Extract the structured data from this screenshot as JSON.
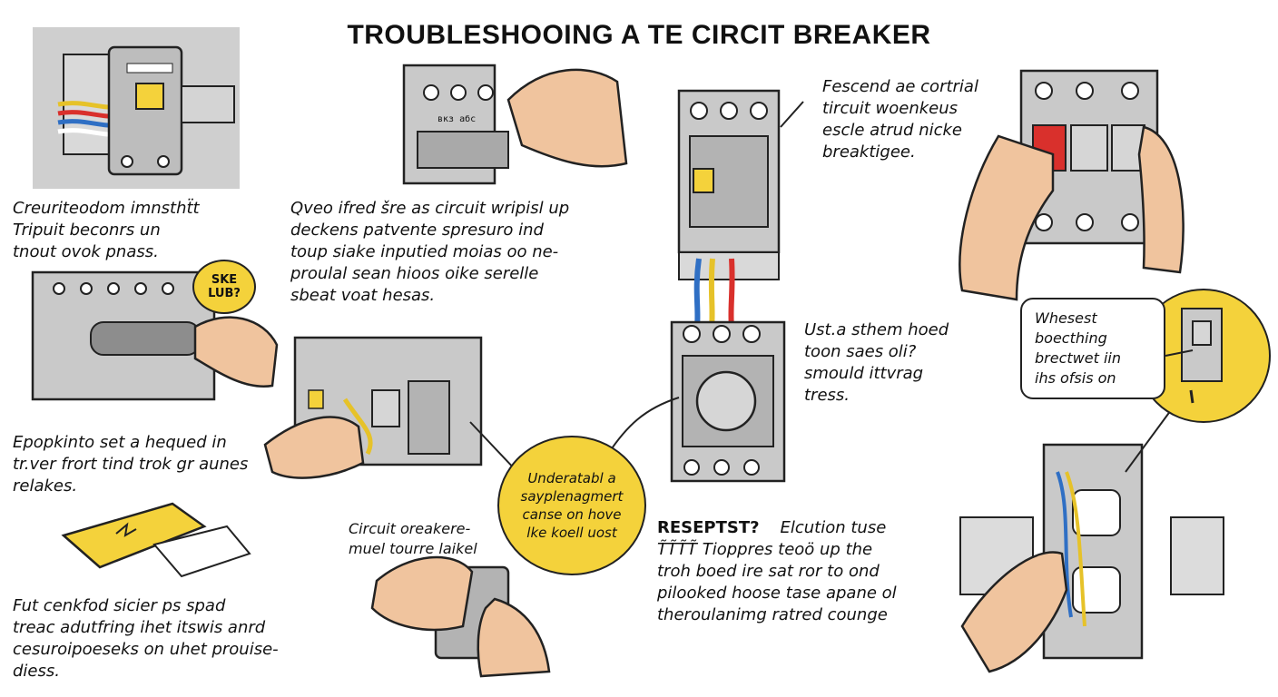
{
  "title": "TROUBLESHOOING A TE CIRCIT BREAKER",
  "captions": {
    "c1": [
      "Creuriteodom imnsthẗt",
      "Tripuit beconrs un",
      "tnout ovok pnass."
    ],
    "c2": [
      "Qveo ifred šre as circuit wripisl up",
      "deckens patvente spresuro ind",
      "toup siake inputied moias oo ne-",
      "proulal sean hioos oike serelle",
      "sbeat voat hesas."
    ],
    "c3": [
      "Fescend ae cortrial",
      "tircuit woenkeus",
      "escle atrud nicke",
      "breaktigee."
    ],
    "c4": [
      "Epopkinto set a hequed in",
      "tr.ver frort tind trok gr aunes",
      "relakes."
    ],
    "c5": [
      "Ust.a sthem hoed",
      "toon saes oli?",
      "smould ittvrag",
      "tress."
    ],
    "c6": [
      "Circuit oreakere-",
      "muel tourre laikel"
    ],
    "c7_head": "RESEPTST?",
    "c7_head2": "Elcution tuse",
    "c7": [
      "T̃T̃T̃T̃ Tioppres teoö up the",
      "troh boed ire sat ror to ond",
      "pilooked hoose tase apane ol",
      "theroulanimg ratred counge"
    ],
    "c8": [
      "Fut cenkfod sicier ps spad",
      "treac adutfring ihet itswis anrd",
      "cesuroipoeseks on uhet prouise-",
      "diess."
    ]
  },
  "bubbles": {
    "small": [
      "SKE",
      "LUB?"
    ],
    "center": [
      "Underatabl a",
      "sayplenagmert",
      "canse on hove",
      "lke koell uost"
    ]
  },
  "callout": [
    "Whesest",
    "boecthing",
    "brectwet iin",
    "ihs ofsis on"
  ],
  "breaker_label": "вкз абс",
  "colors": {
    "accent": "#f4d23b",
    "panel": "#c9c9c9",
    "panel_dark": "#9e9e9e",
    "skin": "#f0c49e",
    "wire_red": "#d9302c",
    "wire_blue": "#2f6fc4",
    "wire_yellow": "#e6c229"
  }
}
